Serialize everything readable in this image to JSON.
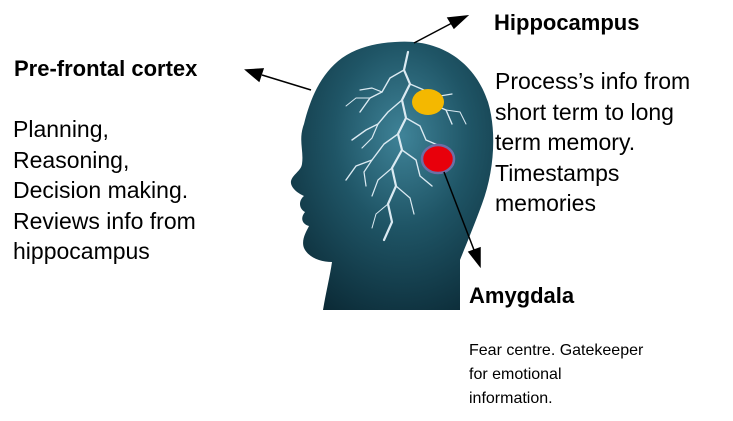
{
  "labels": {
    "prefrontal": {
      "title": "Pre-frontal cortex",
      "lines": [
        "Planning,",
        "Reasoning,",
        "Decision making.",
        "Reviews info from",
        "hippocampus"
      ]
    },
    "hippocampus": {
      "title": "Hippocampus",
      "lines": [
        "Process’s info from",
        "short term to long",
        "term memory.",
        "Timestamps",
        "memories"
      ]
    },
    "amygdala": {
      "title": "Amygdala",
      "lines": [
        "Fear centre. Gatekeeper",
        "for emotional",
        "information."
      ]
    }
  },
  "colors": {
    "head_dark": "#0b2a36",
    "head_mid": "#1f5566",
    "head_light": "#3f8398",
    "lightning": "#dbeaf2",
    "hippocampus_marker": "#f4b800",
    "amygdala_marker": "#e8000b",
    "amygdala_marker_border": "#6d6fa6"
  },
  "icons": {
    "head": "human-head-silhouette-icon",
    "hippocampus_marker": "yellow-dot-icon",
    "amygdala_marker": "red-dot-icon"
  }
}
